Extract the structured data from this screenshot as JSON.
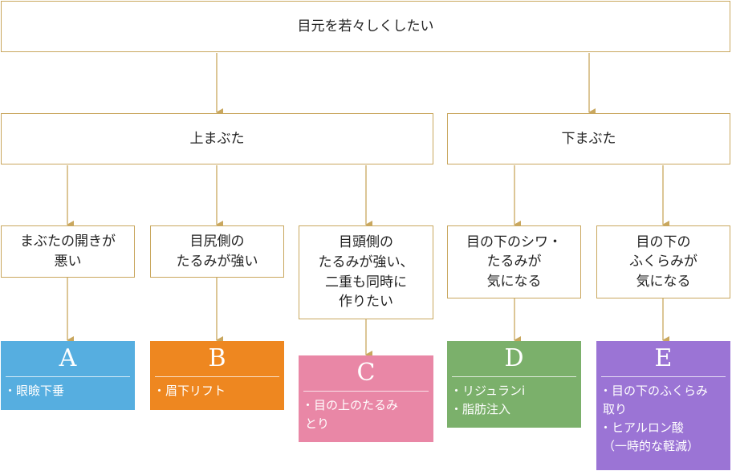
{
  "root": {
    "label": "目元を若々しくしたい"
  },
  "categories": [
    {
      "label": "上まぶた"
    },
    {
      "label": "下まぶた"
    }
  ],
  "concerns": [
    {
      "label": "まぶたの開きが\n悪い"
    },
    {
      "label": "目尻側の\nたるみが強い"
    },
    {
      "label": "目頭側の\nたるみが強い、\n二重も同時に\n作りたい"
    },
    {
      "label": "目の下のシワ・\nたるみが\n気になる"
    },
    {
      "label": "目の下の\nふくらみが\n気になる"
    }
  ],
  "results": [
    {
      "letter": "A",
      "color": "#56aee0",
      "items": [
        "眼瞼下垂"
      ]
    },
    {
      "letter": "B",
      "color": "#ee8720",
      "items": [
        "眉下リフト"
      ]
    },
    {
      "letter": "C",
      "color": "#e987a6",
      "items": [
        "目の上のたるみ\nとり"
      ]
    },
    {
      "letter": "D",
      "color": "#7bb06b",
      "items": [
        "リジュランi",
        "脂肪注入"
      ]
    },
    {
      "letter": "E",
      "color": "#9b74d5",
      "items": [
        "目の下のふくらみ\n取り",
        "ヒアルロン酸\n（一時的な軽減）"
      ]
    }
  ],
  "colors": {
    "connector": "#c9a75e",
    "border": "#c9a75e"
  }
}
